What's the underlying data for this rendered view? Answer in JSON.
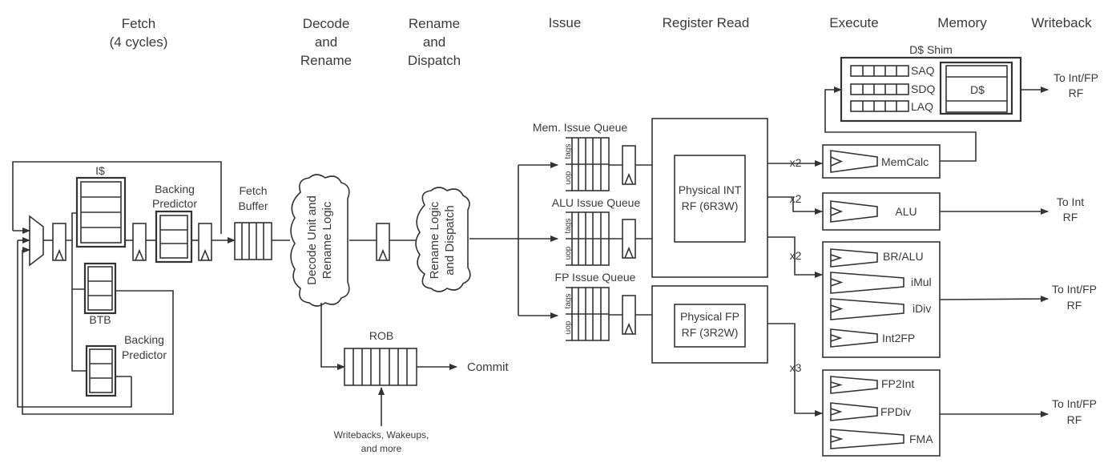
{
  "stages": {
    "fetch": "Fetch",
    "fetch_cycles": "(4 cycles)",
    "decode_1": "Decode",
    "decode_2": "and",
    "decode_3": "Rename",
    "rename_1": "Rename",
    "rename_2": "and",
    "rename_3": "Dispatch",
    "issue": "Issue",
    "regread": "Register Read",
    "execute": "Execute",
    "memory": "Memory",
    "writeback": "Writeback"
  },
  "fetch_unit": {
    "icache": "I$",
    "backing_predictor_top_1": "Backing",
    "backing_predictor_top_2": "Predictor",
    "fetch_buffer_1": "Fetch",
    "fetch_buffer_2": "Buffer",
    "btb": "BTB",
    "backing_predictor_bottom_1": "Backing",
    "backing_predictor_bottom_2": "Predictor"
  },
  "decode": {
    "cloud_1": "Decode Unit and",
    "cloud_2": "Rename Logic"
  },
  "dispatch": {
    "cloud_1": "Rename Logic",
    "cloud_2": "and Dispatch"
  },
  "rob": {
    "title": "ROB",
    "commit": "Commit",
    "inputs_1": "Writebacks, Wakeups,",
    "inputs_2": "and more"
  },
  "issue_queues": {
    "mem": "Mem. Issue Queue",
    "alu": "ALU Issue Queue",
    "fp": "FP Issue Queue",
    "tags": "tags",
    "uop": "uop"
  },
  "register_files": {
    "int_1": "Physical INT",
    "int_2": "RF (6R3W)",
    "fp_1": "Physical FP",
    "fp_2": "RF (3R2W)"
  },
  "multipliers": {
    "mem": "x2",
    "alu": "x2",
    "br": "x2",
    "fp": "x3"
  },
  "execute_units": {
    "memcalc": "MemCalc",
    "alu": "ALU",
    "br_alu": "BR/ALU",
    "imul": "iMul",
    "idiv": "iDiv",
    "int2fp": "Int2FP",
    "fp2int": "FP2Int",
    "fpdiv": "FPDiv",
    "fma": "FMA"
  },
  "dcache": {
    "shim": "D$ Shim",
    "saq": "SAQ",
    "sdq": "SDQ",
    "laq": "LAQ",
    "dcache": "D$"
  },
  "writeback_targets": {
    "mem_1": "To Int/FP",
    "mem_2": "RF",
    "alu_1": "To Int",
    "alu_2": "RF",
    "br_1": "To Int/FP",
    "br_2": "RF",
    "fp_1": "To Int/FP",
    "fp_2": "RF"
  }
}
